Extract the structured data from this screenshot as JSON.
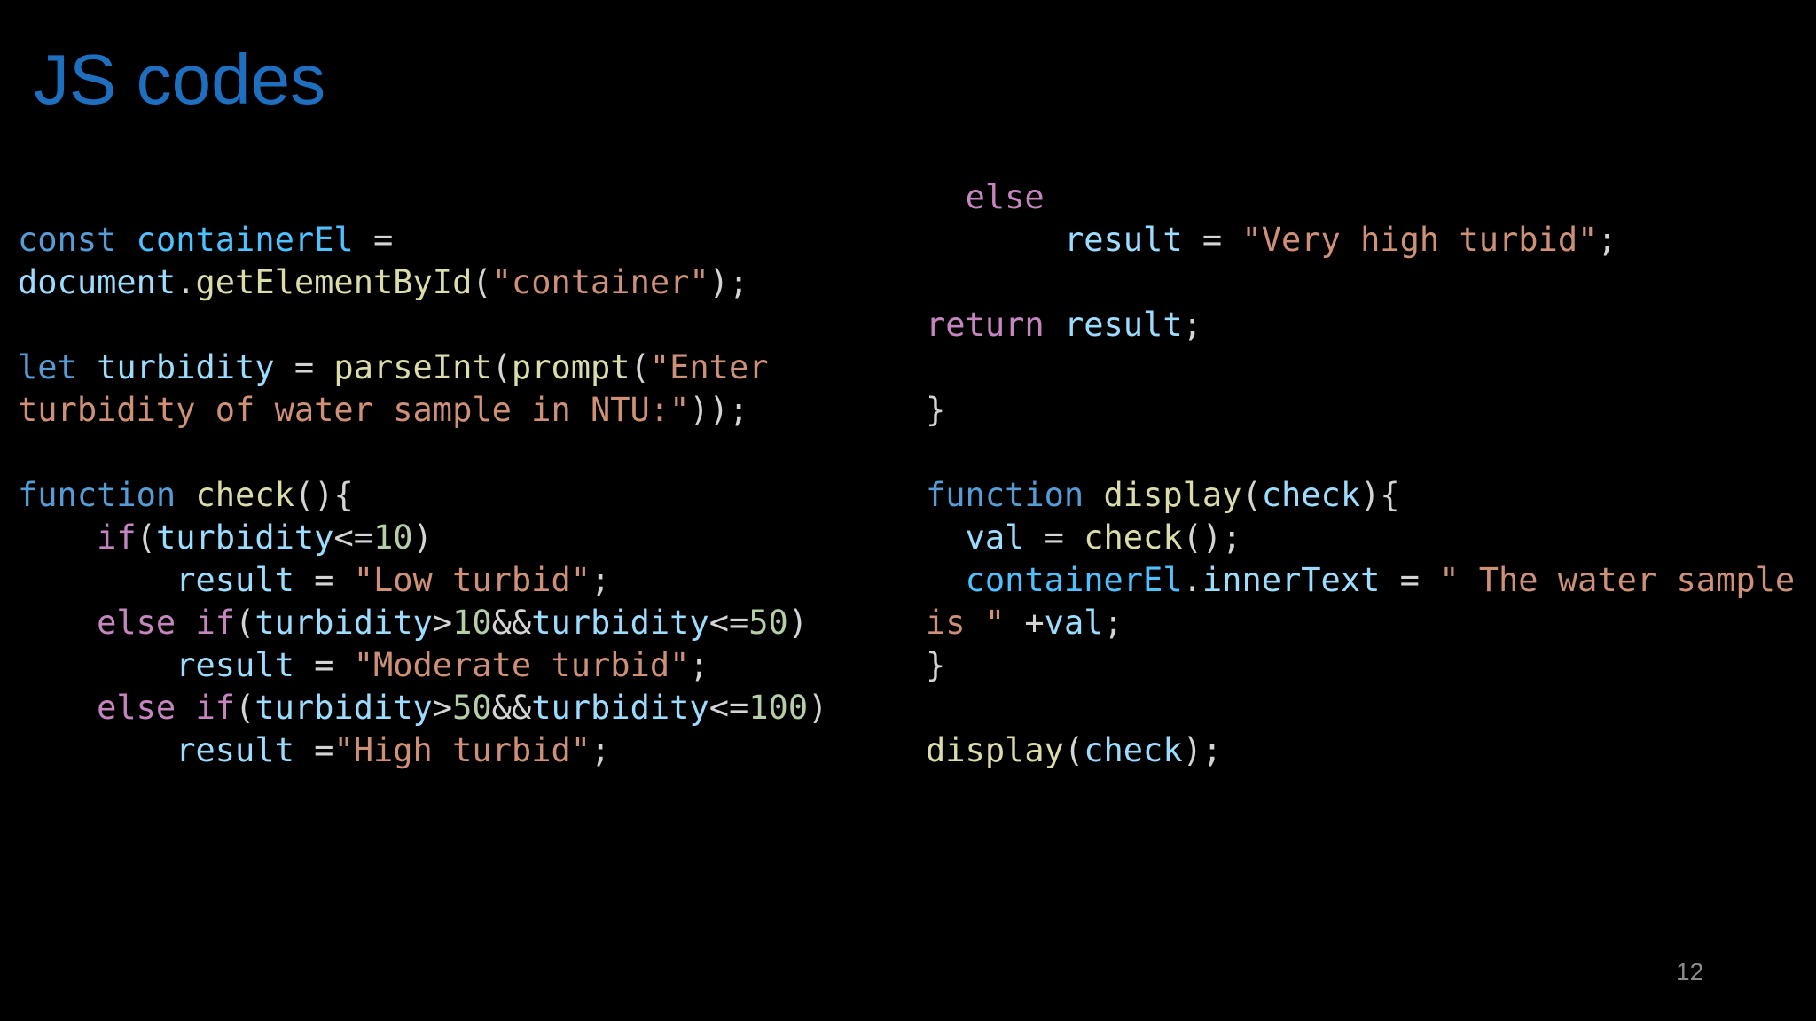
{
  "slide": {
    "title": "JS codes",
    "page_number": "12"
  },
  "colors": {
    "title": "#1f6fc0",
    "keyword": "#569cd6",
    "control": "#c586c0",
    "variable": "#9cdcfe",
    "constant": "#4fc1ff",
    "function": "#dcdcaa",
    "string": "#ce9178",
    "number": "#b5cea8",
    "punctuation": "#d4d4d4",
    "page_number": "#8a8a8a",
    "background": "#000000"
  },
  "code_left": {
    "lines": [
      [
        {
          "t": "kw",
          "s": "const"
        },
        {
          "t": "punc",
          "s": " "
        },
        {
          "t": "const",
          "s": "containerEl"
        },
        {
          "t": "punc",
          "s": " ="
        }
      ],
      [
        {
          "t": "var",
          "s": "document"
        },
        {
          "t": "punc",
          "s": "."
        },
        {
          "t": "fn",
          "s": "getElementById"
        },
        {
          "t": "punc",
          "s": "("
        },
        {
          "t": "str",
          "s": "\"container\""
        },
        {
          "t": "punc",
          "s": ");"
        }
      ],
      [],
      [
        {
          "t": "kw",
          "s": "let"
        },
        {
          "t": "punc",
          "s": " "
        },
        {
          "t": "var",
          "s": "turbidity"
        },
        {
          "t": "punc",
          "s": " = "
        },
        {
          "t": "fn",
          "s": "parseInt"
        },
        {
          "t": "punc",
          "s": "("
        },
        {
          "t": "fn",
          "s": "prompt"
        },
        {
          "t": "punc",
          "s": "("
        },
        {
          "t": "str",
          "s": "\"Enter"
        }
      ],
      [
        {
          "t": "str",
          "s": "turbidity of water sample in NTU:\""
        },
        {
          "t": "punc",
          "s": "));"
        }
      ],
      [],
      [
        {
          "t": "kw",
          "s": "function"
        },
        {
          "t": "punc",
          "s": " "
        },
        {
          "t": "fn",
          "s": "check"
        },
        {
          "t": "punc",
          "s": "(){"
        }
      ],
      [
        {
          "t": "punc",
          "s": "    "
        },
        {
          "t": "ctl",
          "s": "if"
        },
        {
          "t": "punc",
          "s": "("
        },
        {
          "t": "var",
          "s": "turbidity"
        },
        {
          "t": "punc",
          "s": "<="
        },
        {
          "t": "num",
          "s": "10"
        },
        {
          "t": "punc",
          "s": ")"
        }
      ],
      [
        {
          "t": "punc",
          "s": "        "
        },
        {
          "t": "var",
          "s": "result"
        },
        {
          "t": "punc",
          "s": " = "
        },
        {
          "t": "str",
          "s": "\"Low turbid\""
        },
        {
          "t": "punc",
          "s": ";"
        }
      ],
      [
        {
          "t": "punc",
          "s": "    "
        },
        {
          "t": "ctl",
          "s": "else if"
        },
        {
          "t": "punc",
          "s": "("
        },
        {
          "t": "var",
          "s": "turbidity"
        },
        {
          "t": "punc",
          "s": ">"
        },
        {
          "t": "num",
          "s": "10"
        },
        {
          "t": "punc",
          "s": "&&"
        },
        {
          "t": "var",
          "s": "turbidity"
        },
        {
          "t": "punc",
          "s": "<="
        },
        {
          "t": "num",
          "s": "50"
        },
        {
          "t": "punc",
          "s": ")"
        }
      ],
      [
        {
          "t": "punc",
          "s": "        "
        },
        {
          "t": "var",
          "s": "result"
        },
        {
          "t": "punc",
          "s": " = "
        },
        {
          "t": "str",
          "s": "\"Moderate turbid\""
        },
        {
          "t": "punc",
          "s": ";"
        }
      ],
      [
        {
          "t": "punc",
          "s": "    "
        },
        {
          "t": "ctl",
          "s": "else if"
        },
        {
          "t": "punc",
          "s": "("
        },
        {
          "t": "var",
          "s": "turbidity"
        },
        {
          "t": "punc",
          "s": ">"
        },
        {
          "t": "num",
          "s": "50"
        },
        {
          "t": "punc",
          "s": "&&"
        },
        {
          "t": "var",
          "s": "turbidity"
        },
        {
          "t": "punc",
          "s": "<="
        },
        {
          "t": "num",
          "s": "100"
        },
        {
          "t": "punc",
          "s": ")"
        }
      ],
      [
        {
          "t": "punc",
          "s": "        "
        },
        {
          "t": "var",
          "s": "result"
        },
        {
          "t": "punc",
          "s": " ="
        },
        {
          "t": "str",
          "s": "\"High turbid\""
        },
        {
          "t": "punc",
          "s": ";"
        }
      ]
    ]
  },
  "code_right": {
    "lines": [
      [
        {
          "t": "punc",
          "s": "  "
        },
        {
          "t": "ctl",
          "s": "else"
        }
      ],
      [
        {
          "t": "punc",
          "s": "       "
        },
        {
          "t": "var",
          "s": "result"
        },
        {
          "t": "punc",
          "s": " = "
        },
        {
          "t": "str",
          "s": "\"Very high turbid\""
        },
        {
          "t": "punc",
          "s": ";"
        }
      ],
      [],
      [
        {
          "t": "ctl",
          "s": "return"
        },
        {
          "t": "punc",
          "s": " "
        },
        {
          "t": "var",
          "s": "result"
        },
        {
          "t": "punc",
          "s": ";"
        }
      ],
      [],
      [
        {
          "t": "punc",
          "s": "}"
        }
      ],
      [],
      [
        {
          "t": "kw",
          "s": "function"
        },
        {
          "t": "punc",
          "s": " "
        },
        {
          "t": "fn",
          "s": "display"
        },
        {
          "t": "punc",
          "s": "("
        },
        {
          "t": "var",
          "s": "check"
        },
        {
          "t": "punc",
          "s": "){"
        }
      ],
      [
        {
          "t": "punc",
          "s": "  "
        },
        {
          "t": "var",
          "s": "val"
        },
        {
          "t": "punc",
          "s": " = "
        },
        {
          "t": "fn",
          "s": "check"
        },
        {
          "t": "punc",
          "s": "();"
        }
      ],
      [
        {
          "t": "punc",
          "s": "  "
        },
        {
          "t": "const",
          "s": "containerEl"
        },
        {
          "t": "punc",
          "s": "."
        },
        {
          "t": "var",
          "s": "innerText"
        },
        {
          "t": "punc",
          "s": " = "
        },
        {
          "t": "str",
          "s": "\" The water sample"
        }
      ],
      [
        {
          "t": "str",
          "s": "is \""
        },
        {
          "t": "punc",
          "s": " +"
        },
        {
          "t": "var",
          "s": "val"
        },
        {
          "t": "punc",
          "s": ";"
        }
      ],
      [
        {
          "t": "punc",
          "s": "}"
        }
      ],
      [],
      [
        {
          "t": "fn",
          "s": "display"
        },
        {
          "t": "punc",
          "s": "("
        },
        {
          "t": "var",
          "s": "check"
        },
        {
          "t": "punc",
          "s": ");"
        }
      ]
    ]
  }
}
